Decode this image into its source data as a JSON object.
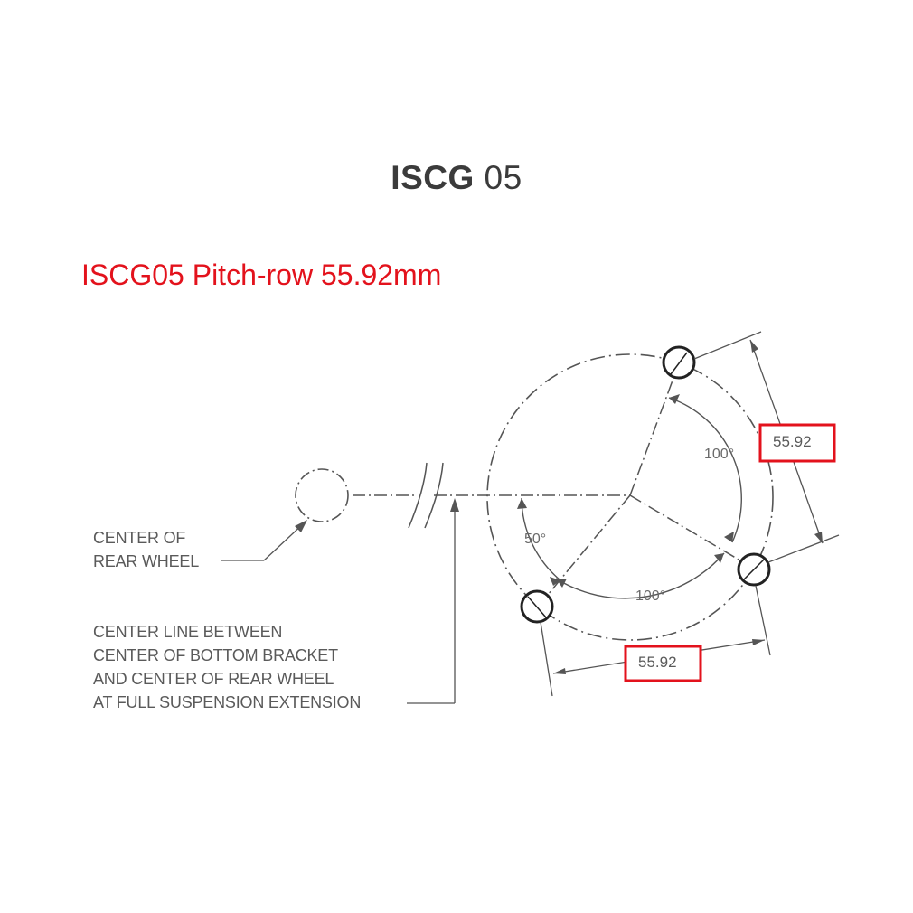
{
  "title": {
    "bold": "ISCG",
    "normal": "05"
  },
  "subtitle": "ISCG05 Pitch-row 55.92mm",
  "labels": {
    "rear_wheel": [
      "CENTER OF",
      "REAR WHEEL"
    ],
    "center_line": [
      "CENTER LINE BETWEEN",
      "CENTER OF BOTTOM BRACKET",
      "AND CENTER OF REAR WHEEL",
      "AT FULL SUSPENSION EXTENSION"
    ]
  },
  "angles": {
    "top": "100°",
    "left": "50°",
    "bottom": "100°"
  },
  "dimensions": {
    "right": "55.92",
    "bottom": "55.92"
  },
  "colors": {
    "highlight": "#e3121c",
    "line": "#555555",
    "hole": "#222222"
  }
}
